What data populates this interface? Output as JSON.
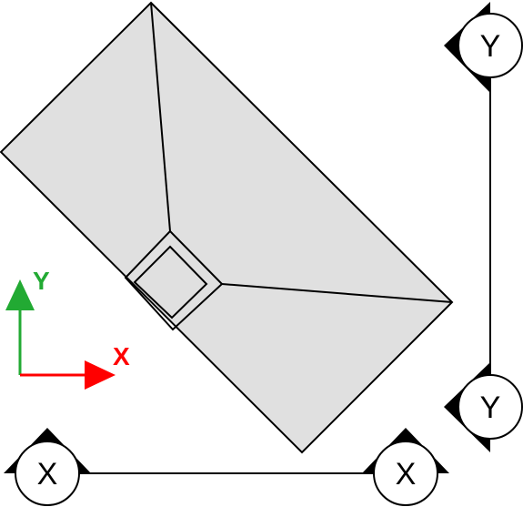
{
  "axes": {
    "x_label": "X",
    "y_label": "Y",
    "x_color": "#ff0000",
    "y_color": "#22aa33"
  },
  "gridlines": {
    "horizontal_bubbles": [
      "X",
      "X"
    ],
    "vertical_bubbles": [
      "Y",
      "Y"
    ]
  },
  "colors": {
    "roof_fill": "#e0e0e0",
    "stroke": "#000000",
    "background": "#ffffff"
  }
}
